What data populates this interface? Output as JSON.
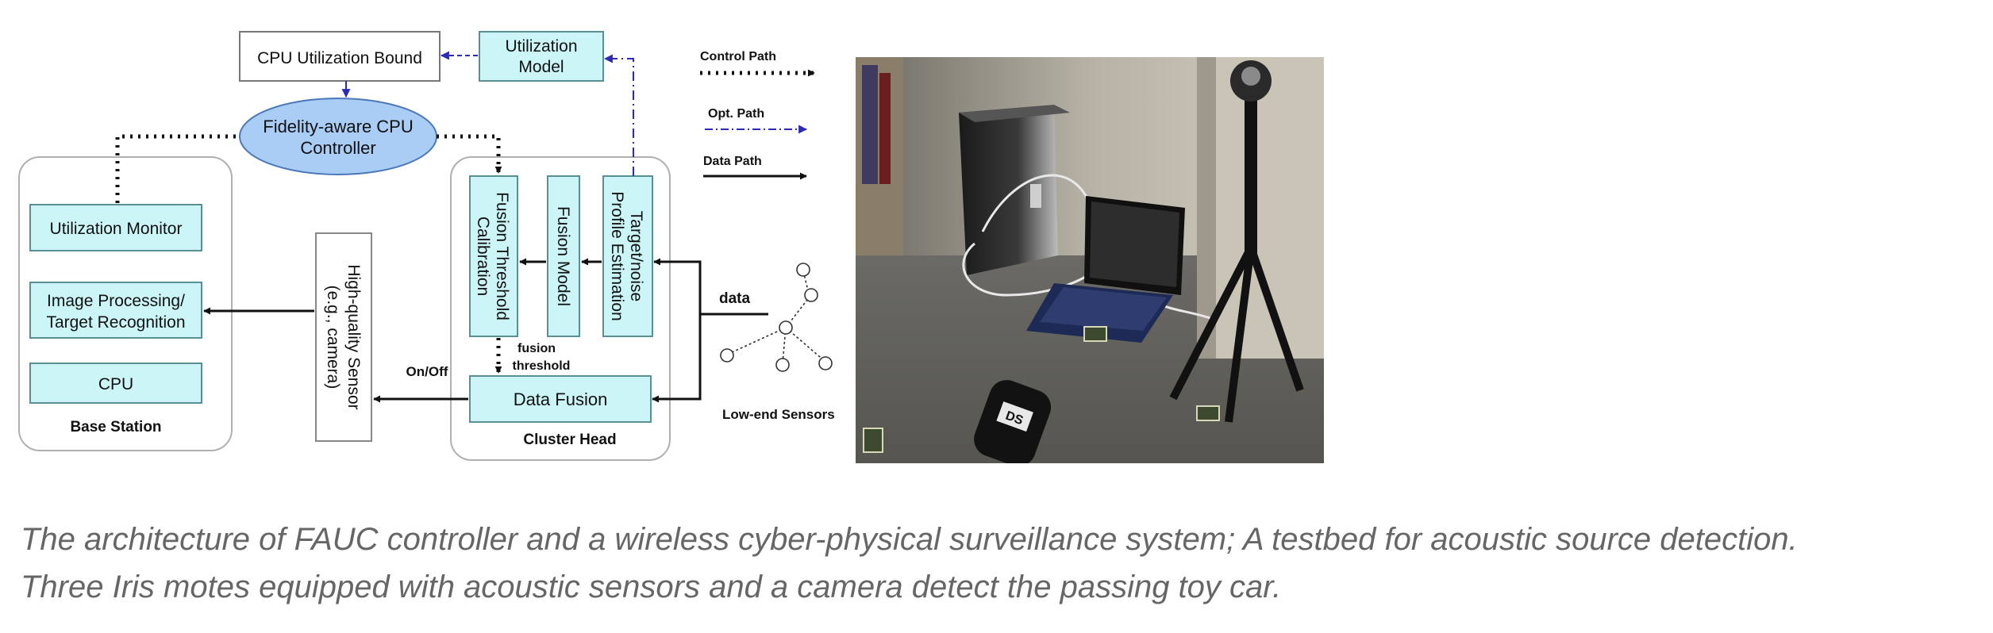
{
  "diagram": {
    "cpu_bound": "CPU Utilization Bound",
    "util_model": [
      "Utilization",
      "Model"
    ],
    "controller": [
      "Fidelity-aware CPU",
      "Controller"
    ],
    "base_station": {
      "utilization_monitor": "Utilization Monitor",
      "image_processing": [
        "Image Processing/",
        "Target Recognition"
      ],
      "cpu": "CPU",
      "label": "Base Station"
    },
    "sensor": [
      "High-quality Sensor",
      "(e.g., camera)"
    ],
    "on_off": "On/Off",
    "cluster_head": {
      "fusion_threshold_calibration": [
        "Fusion Threshold",
        "Calibration"
      ],
      "fusion_model": "Fusion Model",
      "target_noise": [
        "Target/noise",
        "Profile Estimation"
      ],
      "fusion_threshold": [
        "fusion",
        "threshold"
      ],
      "data_fusion": "Data Fusion",
      "label": "Cluster Head"
    },
    "data": "data",
    "low_end_sensors": "Low-end Sensors",
    "legend": {
      "control_path": "Control Path",
      "opt_path": "Opt. Path",
      "data_path": "Data Path"
    }
  },
  "colors": {
    "box_fill": "#ccf5f8",
    "box_stroke": "#5a8f94",
    "ellipse_fill": "#a9cdf4",
    "ellipse_stroke": "#4b78b8",
    "opt_arrow": "#2b2bb8",
    "caption": "#666666"
  },
  "photo": {
    "car_tag": "DS"
  },
  "caption": {
    "line1": "The architecture of FAUC controller and a wireless cyber-physical surveillance system; A testbed for acoustic source detection.",
    "line2": "Three Iris motes equipped with acoustic sensors and a camera detect the passing toy car."
  }
}
